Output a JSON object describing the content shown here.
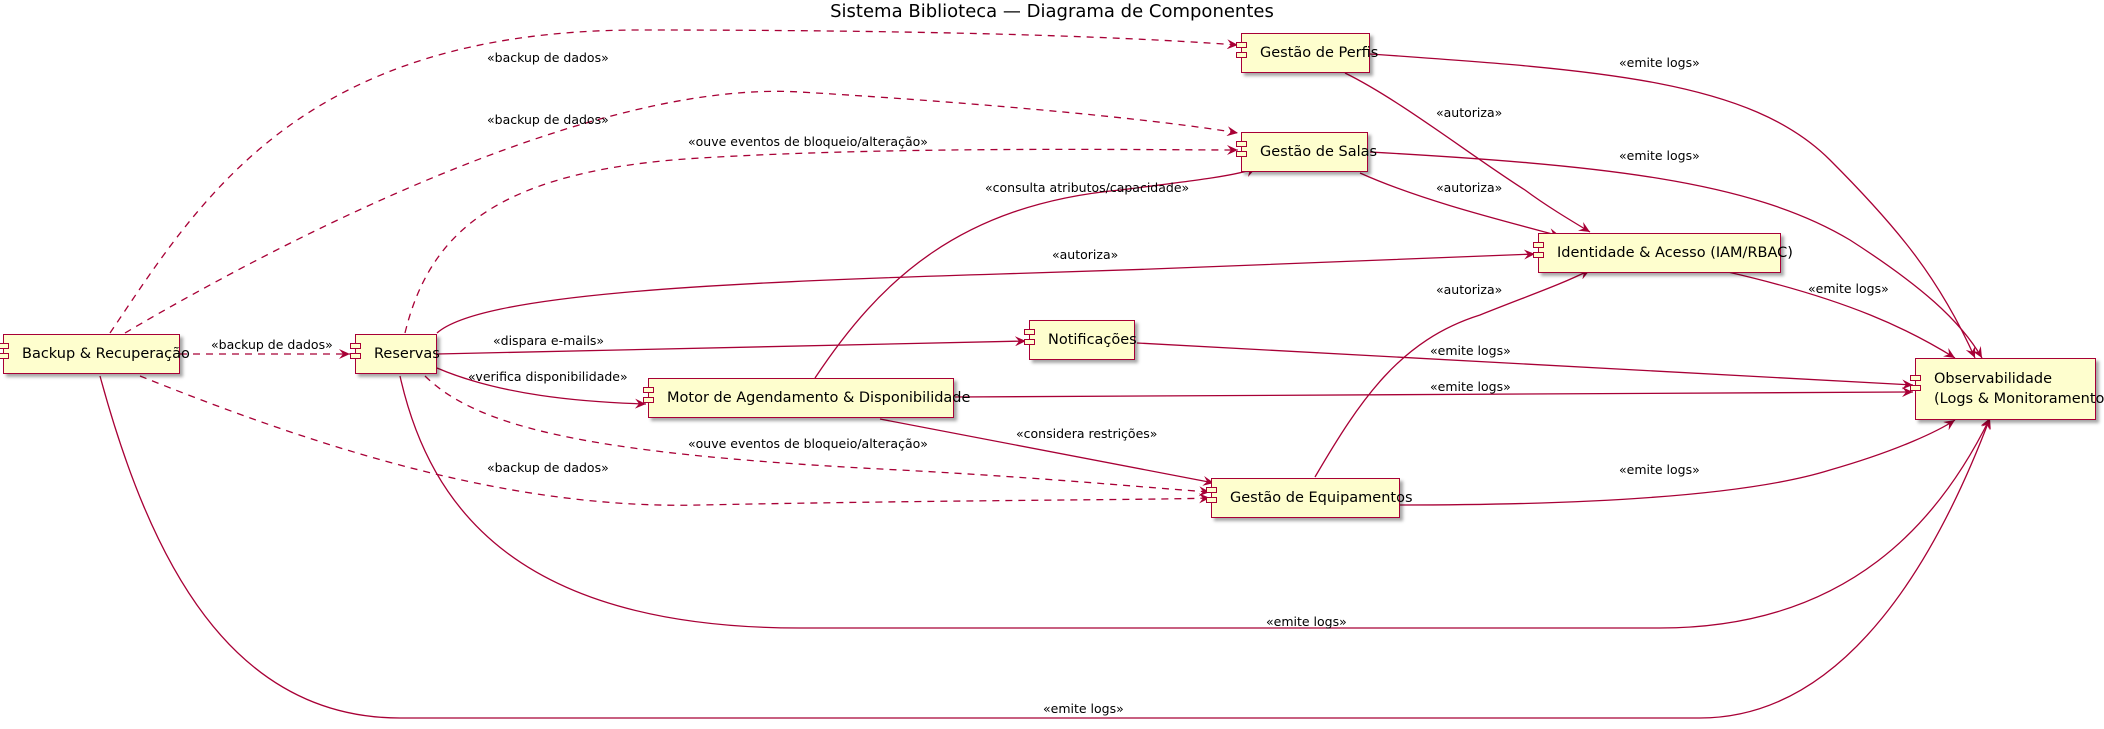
{
  "title": "Sistema Biblioteca — Diagrama de Componentes",
  "colors": {
    "line": "#a80036",
    "component_fill": "#fefece"
  },
  "components": {
    "backup": "Backup & Recuperação",
    "reservas": "Reservas",
    "motor": "Motor de Agendamento & Disponibilidade",
    "notificacoes": "Notificações",
    "perfis": "Gestão de Perfis",
    "salas": "Gestão de Salas",
    "iam": "Identidade & Acesso (IAM/RBAC)",
    "equipamentos": "Gestão de Equipamentos",
    "observabilidade": "Observabilidade\n(Logs & Monitoramento)"
  },
  "edge_labels": {
    "backup_perfis": "«backup de dados»",
    "backup_salas": "«backup de dados»",
    "backup_reservas": "«backup de dados»",
    "backup_equip": "«backup de dados»",
    "backup_obs": "«emite logs»",
    "res_salas": "«ouve eventos de bloqueio/alteração»",
    "res_equip": "«ouve eventos de bloqueio/alteração»",
    "res_iam": "«autoriza»",
    "res_notif": "«dispara e-mails»",
    "res_motor": "«verifica disponibilidade»",
    "res_obs": "«emite logs»",
    "motor_salas": "«consulta atributos/capacidade»",
    "motor_equip": "«considera restrições»",
    "motor_obs": "«emite logs»",
    "perfis_iam": "«autoriza»",
    "perfis_obs": "«emite logs»",
    "salas_iam": "«autoriza»",
    "salas_obs": "«emite logs»",
    "iam_obs": "«emite logs»",
    "notif_obs": "«emite logs»",
    "equip_iam": "«autoriza»",
    "equip_obs": "«emite logs»"
  }
}
